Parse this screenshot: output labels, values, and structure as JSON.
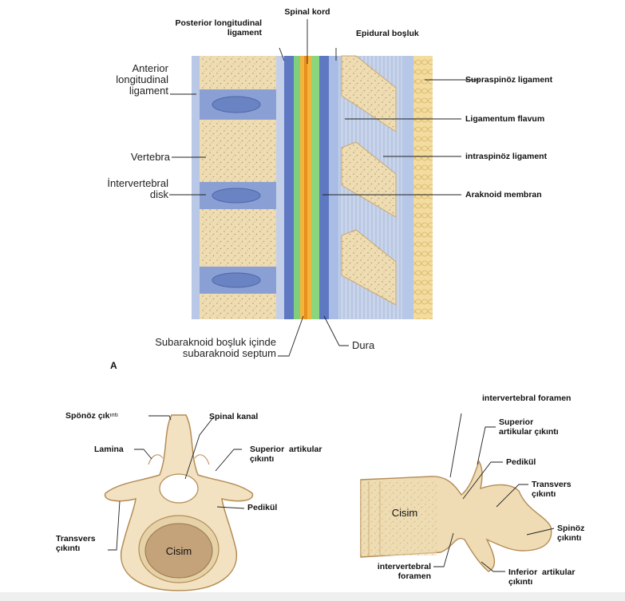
{
  "figure_a": {
    "panel_letter": "A",
    "labels": {
      "spinal_kord": "Spinal kord",
      "posterior_ll": [
        "Posterior longitudinal",
        "ligament"
      ],
      "epidural": "Epidural boşluk",
      "anterior_ll": [
        "Anterior",
        "longitudinal",
        "ligament"
      ],
      "supraspinoz": "Supraspinöz ligament",
      "flavum": "Ligamentum flavum",
      "vertebra": "Vertebra",
      "intraspinoz": "intraspinöz ligament",
      "iv_disk": [
        "İntervertebral",
        "disk"
      ],
      "araknoid": "Araknoid membran",
      "subaraknoid": [
        "Subaraknoid boşluk içinde",
        "subaraknoid septum"
      ],
      "dura": "Dura"
    }
  },
  "figure_b": {
    "labels": {
      "sponoz": "Spönöz çık",
      "sponoz_faded": "ıntı",
      "spinal_kanal": "Spinal kanal",
      "lamina": "Lamina",
      "superior_art": [
        "Superior  artikular",
        "çıkıntı"
      ],
      "pedikul": "Pedikül",
      "transvers": [
        "Transvers",
        "çıkıntı"
      ],
      "cisim": "Cisim"
    }
  },
  "figure_c": {
    "labels": {
      "iv_foramen_top": "intervertebral foramen",
      "superior_art": [
        "Superior",
        "artikular çıkıntı"
      ],
      "pedikul": "Pedikül",
      "transvers": [
        "Transvers",
        "çıkıntı"
      ],
      "cisim": "Cisim",
      "spinoz": [
        "Spinöz",
        "çıkıntı"
      ],
      "iv_foramen_bottom": [
        "intervertebral",
        "foramen"
      ],
      "inferior_art": [
        "Inferior  artikular",
        "çıkıntı"
      ]
    }
  }
}
